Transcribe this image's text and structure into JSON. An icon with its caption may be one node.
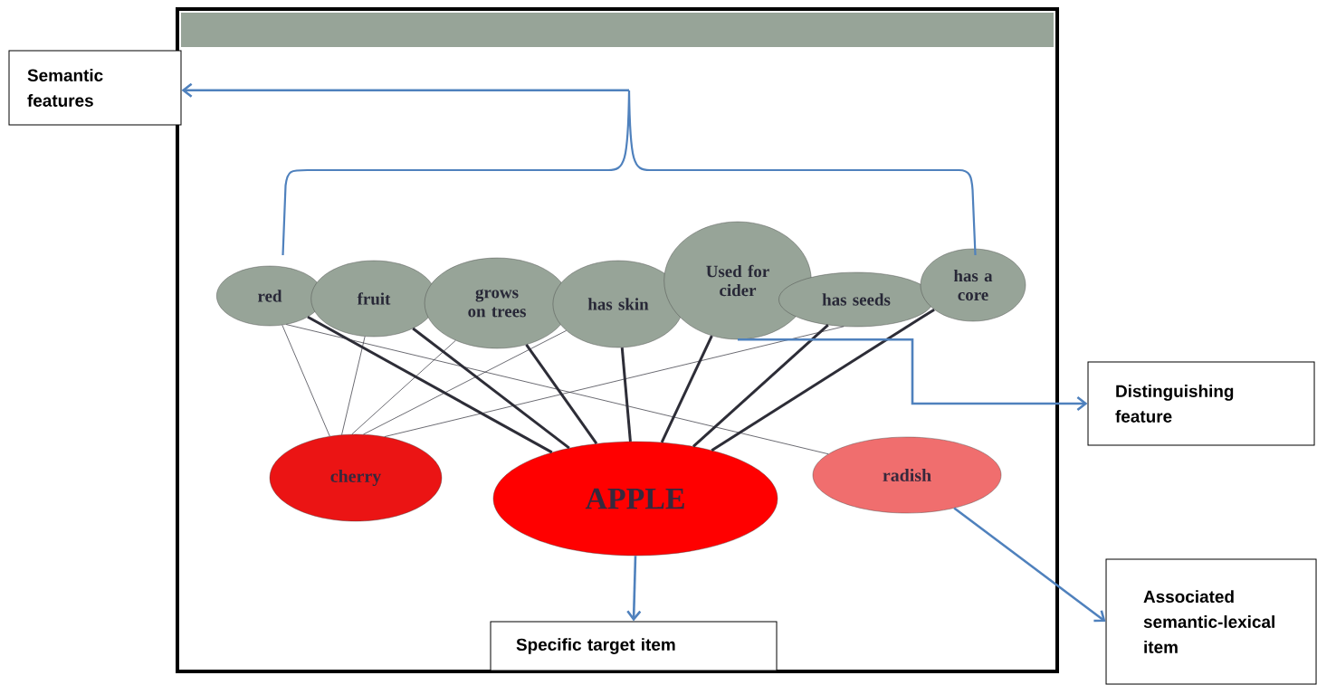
{
  "diagram": {
    "nodes": [
      {
        "text": [
          "red"
        ]
      },
      {
        "text": [
          "fruit"
        ]
      },
      {
        "text": [
          "grows on trees"
        ]
      },
      {
        "text": [
          "has skin"
        ]
      },
      {
        "text": [
          "Used for cider"
        ]
      },
      {
        "text": [
          "has seeds"
        ]
      },
      {
        "text": [
          "has a core"
        ]
      },
      {
        "text": [
          "cherry"
        ]
      },
      {
        "text": [
          "APPLE"
        ]
      },
      {
        "text": [
          "radish"
        ]
      },
      {
        "text": [
          "Semantic features"
        ]
      },
      {
        "text": [
          "Distinguishing feature"
        ]
      },
      {
        "text": [
          "Associated semantic-lexical item"
        ]
      },
      {
        "text": [
          "Specific target item"
        ]
      },
      {
        "text": [],
        "shape": "brace"
      }
    ],
    "edges": [
      {
        "from": 0,
        "to": 7,
        "arrow": "none"
      },
      {
        "from": 1,
        "to": 7,
        "arrow": "none"
      },
      {
        "from": 2,
        "to": 7,
        "arrow": "none"
      },
      {
        "from": 3,
        "to": 7,
        "arrow": "none"
      },
      {
        "from": 5,
        "to": 7,
        "arrow": "none"
      },
      {
        "from": 0,
        "to": 9,
        "arrow": "none"
      },
      {
        "from": 0,
        "to": 8,
        "arrow": "none"
      },
      {
        "from": 1,
        "to": 8,
        "arrow": "none"
      },
      {
        "from": 2,
        "to": 8,
        "arrow": "none"
      },
      {
        "from": 3,
        "to": 8,
        "arrow": "none"
      },
      {
        "from": 4,
        "to": 8,
        "arrow": "none"
      },
      {
        "from": 5,
        "to": 8,
        "arrow": "none"
      },
      {
        "from": 6,
        "to": 8,
        "arrow": "none"
      },
      {
        "from": 14,
        "to": 10,
        "arrow": "to",
        "color": "#4f81bd"
      },
      {
        "from": 4,
        "to": 11,
        "arrow": "to",
        "color": "#4f81bd"
      },
      {
        "from": 9,
        "to": 12,
        "arrow": "to",
        "color": "#4f81bd"
      },
      {
        "from": 8,
        "to": 13,
        "arrow": "to",
        "color": "#4f81bd"
      }
    ]
  }
}
